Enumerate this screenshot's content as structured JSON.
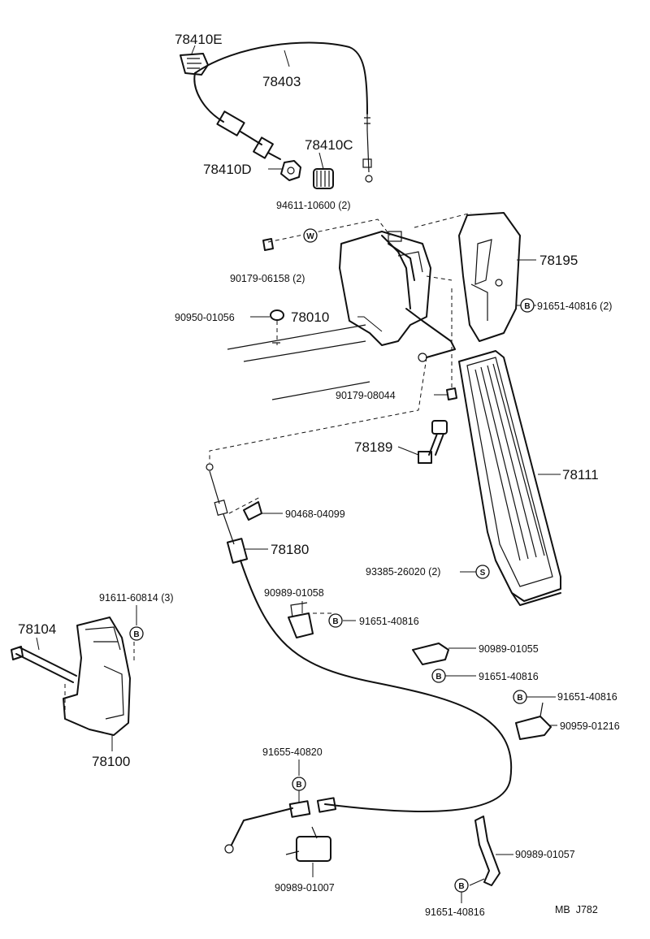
{
  "diagram": {
    "footer_code": "MB  J782",
    "parts": {
      "p78410E": "78410E",
      "p78403": "78403",
      "p78410C": "78410C",
      "p78410D": "78410D",
      "p94611": "94611-10600 (2)",
      "p90179_06158": "90179-06158 (2)",
      "p78195": "78195",
      "p91651_a": "91651-40816 (2)",
      "p90950": "90950-01056",
      "p78010": "78010",
      "p90179_08044": "90179-08044",
      "p78189": "78189",
      "p78111": "78111",
      "p90468": "90468-04099",
      "p78180": "78180",
      "p93385": "93385-26020 (2)",
      "p90989_01058": "90989-01058",
      "p91611": "91611-60814 (3)",
      "p78104": "78104",
      "p91651_b": "91651-40816",
      "p90989_01055": "90989-01055",
      "p91651_c": "91651-40816",
      "p91651_d": "91651-40816",
      "p90959": "90959-01216",
      "p78100": "78100",
      "p91655": "91655-40820",
      "p90989_01057": "90989-01057",
      "p90989_01007": "90989-01007",
      "p91651_e": "91651-40816"
    },
    "symbols": {
      "w": "W",
      "b": "B",
      "s": "S"
    }
  }
}
